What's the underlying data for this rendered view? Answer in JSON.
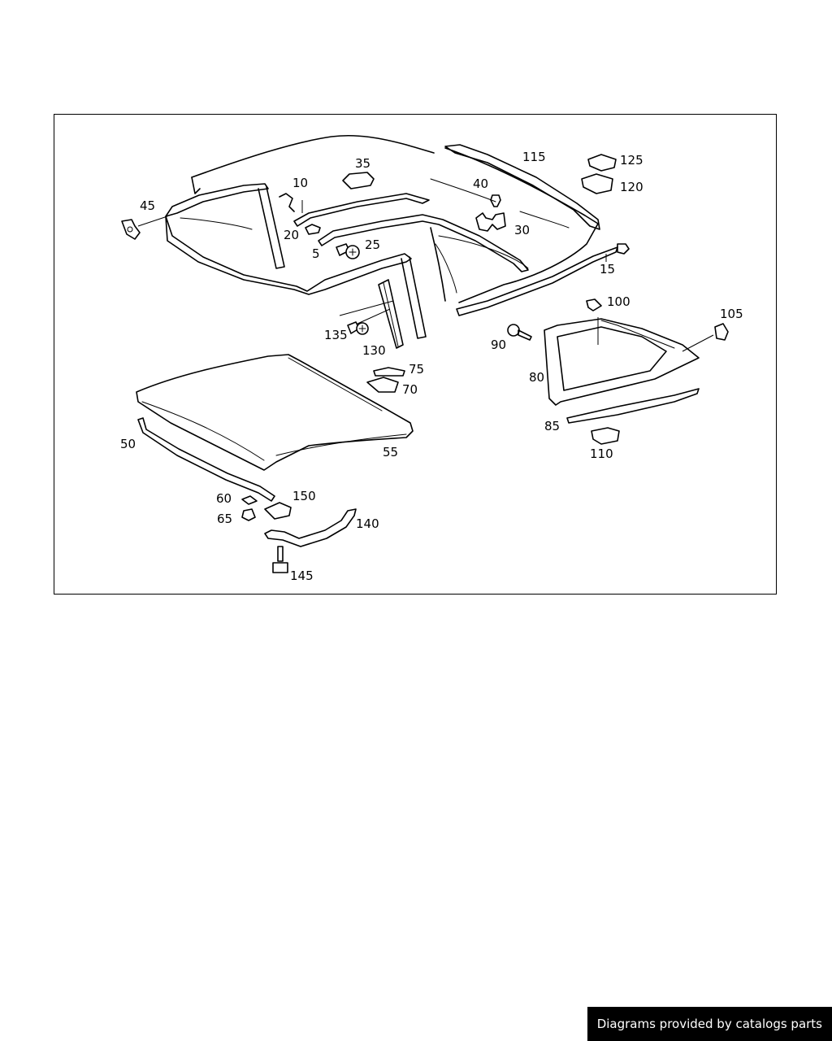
{
  "diagram": {
    "callouts": {
      "c5": "5",
      "c10": "10",
      "c15": "15",
      "c20": "20",
      "c25": "25",
      "c30": "30",
      "c35": "35",
      "c40": "40",
      "c45": "45",
      "c50": "50",
      "c55": "55",
      "c60": "60",
      "c65": "65",
      "c70": "70",
      "c75": "75",
      "c80": "80",
      "c85": "85",
      "c90": "90",
      "c100": "100",
      "c105": "105",
      "c110": "110",
      "c115": "115",
      "c120": "120",
      "c125": "125",
      "c130": "130",
      "c135": "135",
      "c140": "140",
      "c145": "145",
      "c150": "150"
    }
  },
  "footer": {
    "credit": "Diagrams provided by catalogs parts"
  }
}
